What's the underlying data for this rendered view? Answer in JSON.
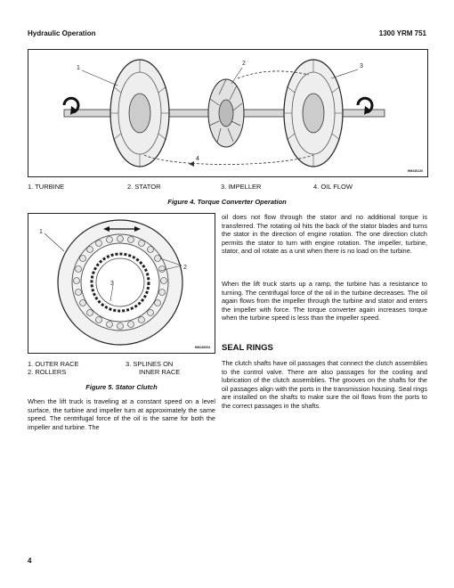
{
  "header": {
    "section": "Hydraulic Operation",
    "doc_id": "1300 YRM 751"
  },
  "figure4": {
    "callouts": [
      "1",
      "2",
      "3",
      "4"
    ],
    "image_code": "HM240120",
    "legend": [
      "1.   TURBINE",
      "2.   STATOR",
      "3.   IMPELLER",
      "4.   OIL FLOW"
    ],
    "caption": "Figure 4. Torque Converter Operation"
  },
  "figure5": {
    "callouts": [
      "1",
      "2",
      "3"
    ],
    "image_code": "HM240004",
    "legend_col1": [
      "1.   OUTER RACE",
      "2.   ROLLERS"
    ],
    "legend_col2": [
      "3.   SPLINES ON",
      "INNER RACE"
    ],
    "caption": "Figure 5. Stator Clutch"
  },
  "body": {
    "left_para": "When the lift truck is traveling at a constant speed on a level surface, the turbine and impeller turn at approximately the same speed. The centrifugal force of the oil is the same for both the impeller and turbine. The",
    "right_para1": "oil does not flow through the stator and no additional torque is transferred. The rotating oil hits the back of the stator blades and turns the stator in the direction of engine rotation. The one direction clutch permits the stator to turn with engine rotation. The impeller, turbine, stator, and oil rotate as a unit when there is no load on the turbine.",
    "right_para2": "When the lift truck starts up a ramp, the turbine has a resistance to turning. The centrifugal force of the oil in the turbine decreases. The oil again flows from the impeller through the turbine and stator and enters the impeller with force. The torque converter again increases torque when the turbine speed is less than the impeller speed.",
    "section_title": "SEAL RINGS",
    "right_para3": "The clutch shafts have oil passages that connect the clutch assemblies to the control valve. There are also passages for the cooling and lubrication of the clutch assemblies. The grooves on the shafts for the oil passages align with the ports in the transmission housing. Seal rings are installed on the shafts to make sure the oil flows from the ports to the correct passages in the shafts."
  },
  "footer": {
    "page_number": "4"
  }
}
